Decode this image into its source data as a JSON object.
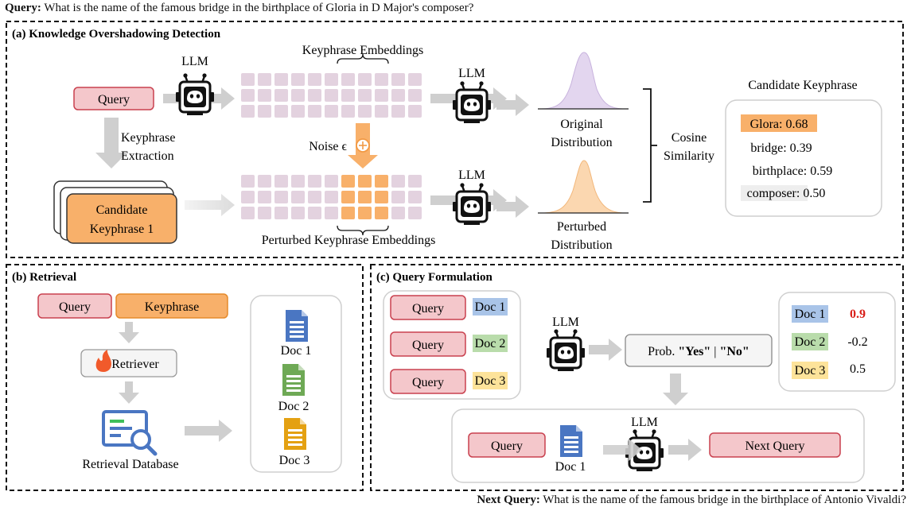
{
  "top": {
    "label": "Query:",
    "text": "What is the name of the famous bridge in the birthplace of Gloria in D Major's composer?"
  },
  "bottom": {
    "label": "Next Query:",
    "text": "What is the name of the famous bridge in the birthplace of Antonio Vivaldi?"
  },
  "panel_a": {
    "title": "(a) Knowledge Overshadowing Detection",
    "query": "Query",
    "llm": "LLM",
    "keyphrase_embeddings": "Keyphrase Embeddings",
    "perturbed_embeddings": "Perturbed Keyphrase Embeddings",
    "noise": "Noise ϵ",
    "extraction_1": "Keyphrase",
    "extraction_2": "Extraction",
    "candidate_1": "Candidate",
    "candidate_2": "Keyphrase 1",
    "orig_1": "Original",
    "orig_2": "Distribution",
    "pert_1": "Perturbed",
    "pert_2": "Distribution",
    "cos_1": "Cosine",
    "cos_2": "Similarity",
    "candidate_title": "Candidate Keyphrase",
    "candidates": [
      "Glora: 0.68",
      "bridge: 0.39",
      "birthplace: 0.59",
      "composer: 0.50"
    ]
  },
  "panel_b": {
    "title": "(b) Retrieval",
    "query": "Query",
    "keyphrase": "Keyphrase",
    "retriever": "Retriever",
    "database": "Retrieval Database",
    "docs": [
      "Doc 1",
      "Doc 2",
      "Doc 3"
    ]
  },
  "panel_c": {
    "title": "(c) Query Formulation",
    "query": "Query",
    "docs": [
      "Doc 1",
      "Doc 2",
      "Doc 3"
    ],
    "llm": "LLM",
    "prob_label": "Prob.",
    "prob_yes": "\"Yes\"",
    "prob_sep": " | ",
    "prob_no": "\"No\"",
    "scores": [
      "0.9",
      "-0.2",
      "0.5"
    ],
    "next_query": "Next Query"
  },
  "colors": {
    "query_fill": "#f4c7cb",
    "query_stroke": "#c9414f",
    "orange": "#f8b06a",
    "orange_stroke": "#e58a2b",
    "grid": "#e3d2df",
    "arrow": "#cfcfcf",
    "doc1": "#a9c4e8",
    "doc2": "#b9dcab",
    "doc3": "#fde39a",
    "doc1_icon": "#4a76c2",
    "doc2_icon": "#6ea955",
    "doc3_icon": "#e4a112",
    "red_score": "#d91e18"
  }
}
